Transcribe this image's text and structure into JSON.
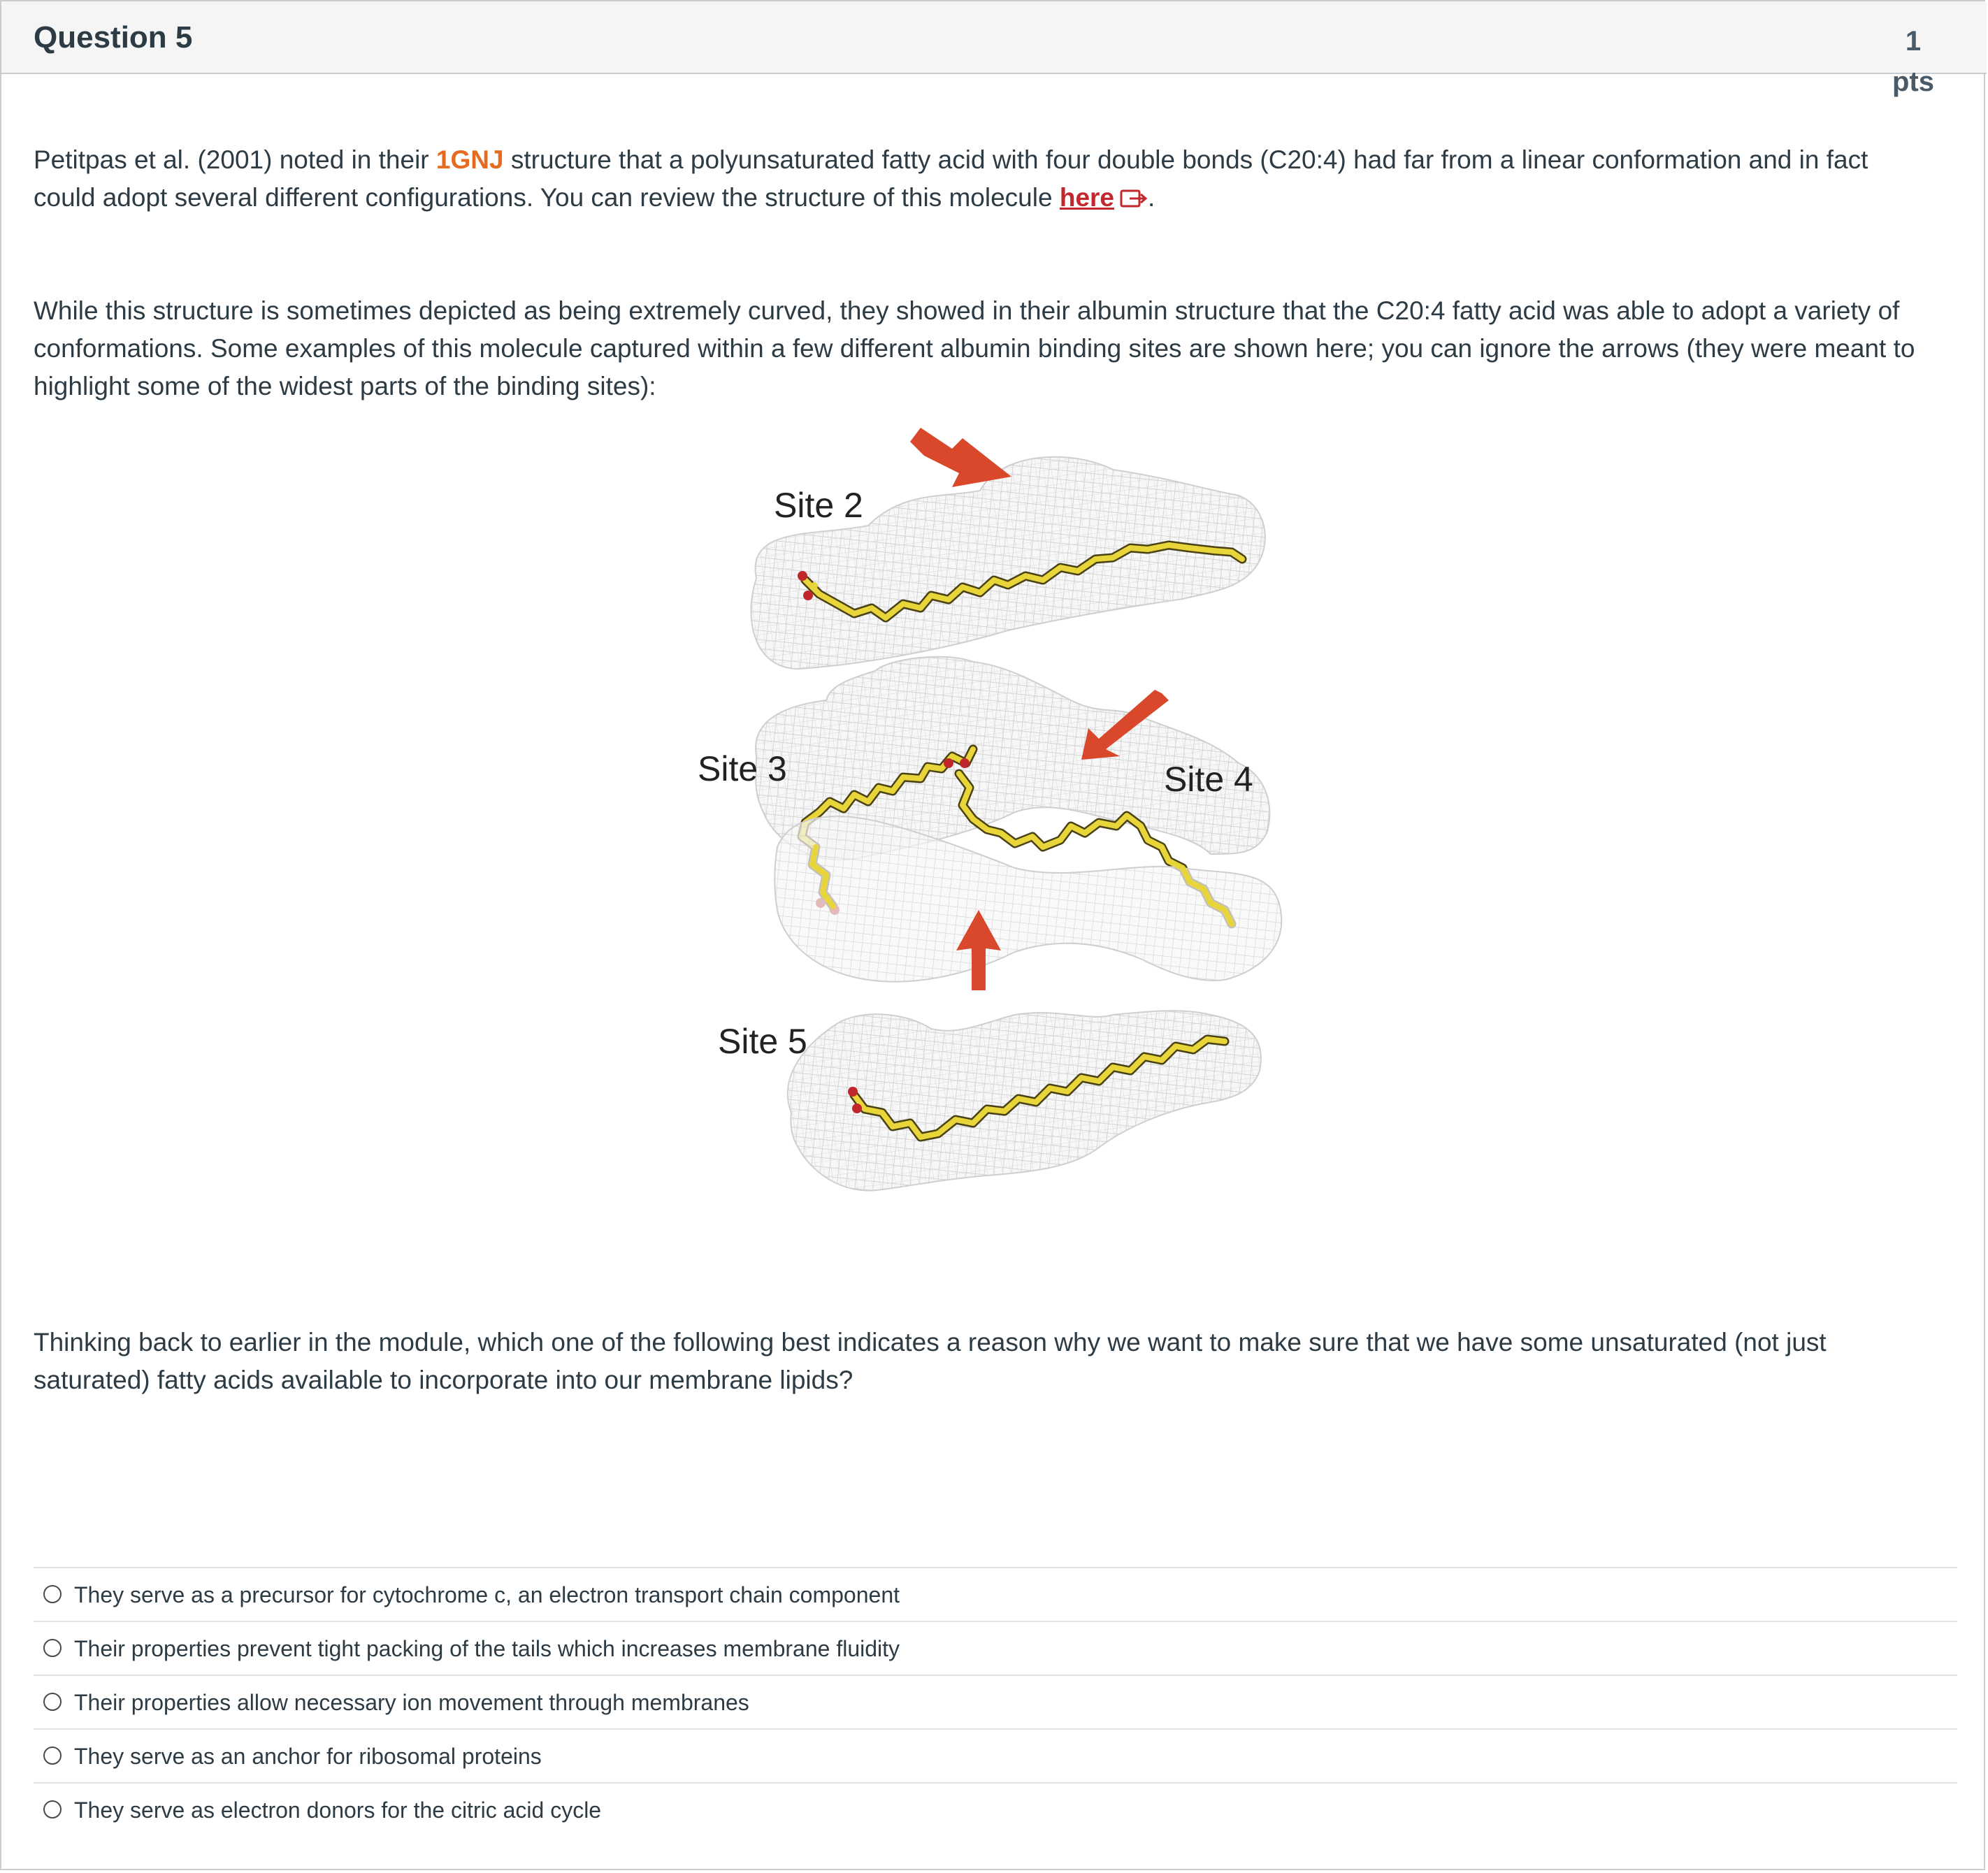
{
  "question": {
    "title": "Question 5",
    "points_value": "1",
    "points_unit": "pts"
  },
  "paragraph1": {
    "before_link": "Petitpas et al. (2001) noted in their ",
    "pdb_id": "1GNJ",
    "after_link": " structure that a polyunsaturated fatty acid with four double bonds (C20:4) had far from a linear conformation and in fact could adopt several different configurations. You can review the structure of this molecule ",
    "link_text": "here",
    "end": "."
  },
  "paragraph2": "While this structure is sometimes depicted as being extremely curved, they showed in their albumin structure that the C20:4 fatty acid was able to adopt a variety of conformations. Some examples of this molecule captured within a few different albumin binding sites are shown here; you can ignore the arrows (they were meant to highlight some of the widest parts of the binding sites):",
  "figure": {
    "site_labels": [
      "Site 2",
      "Site 3",
      "Site 4",
      "Site 5"
    ],
    "mesh_color": "#d8d8d8",
    "chain_color": "#e8d53a",
    "oxygen_color": "#c0272d",
    "arrow_color": "#d9482b"
  },
  "paragraph3": "Thinking back to earlier in the module, which one of the following best indicates a reason why we want to make sure that we have some unsaturated (not just saturated) fatty acids available to incorporate into our membrane lipids?",
  "answers": [
    "They serve as a precursor for cytochrome c, an electron transport chain component",
    "Their properties prevent tight packing of the tails which increases membrane fluidity",
    "Their properties allow necessary ion movement through membranes",
    "They serve as an anchor for ribosomal proteins",
    "They serve as electron donors for the citric acid cycle"
  ]
}
